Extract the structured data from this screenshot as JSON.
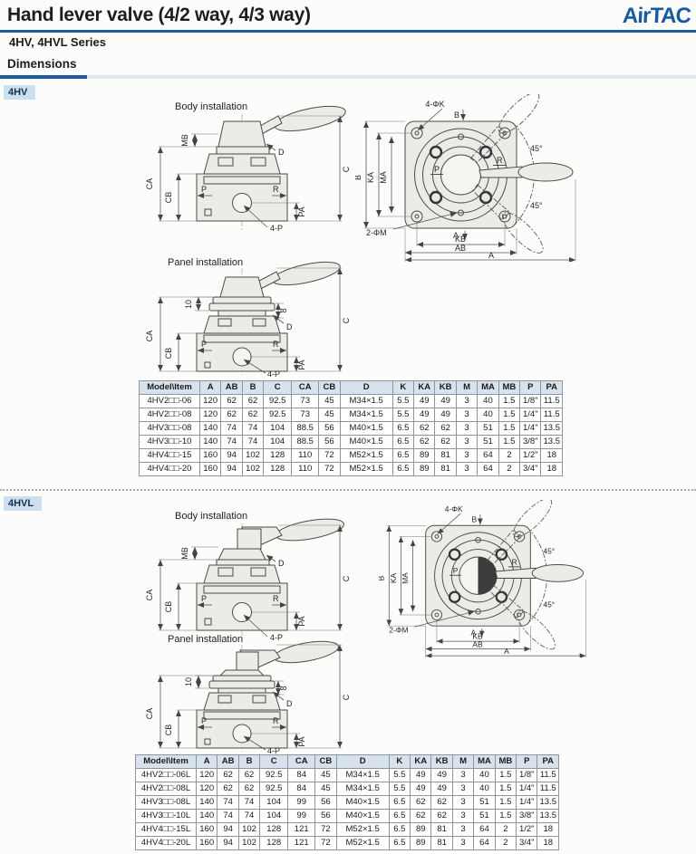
{
  "header": {
    "title": "Hand lever valve (4/2 way, 4/3 way)",
    "series": "4HV, 4HVL Series",
    "logo": "AirTAC",
    "accent_color": "#1b5ca5"
  },
  "dimensions_heading": "Dimensions",
  "sections": [
    {
      "tag": "4HV",
      "body": {
        "title": "Body installation",
        "labels": {
          "ca": "CA",
          "cb": "CB",
          "mb": "MB",
          "d": "D",
          "c": "C",
          "p": "P",
          "r": "R",
          "pa": "PA",
          "four_p": "4-P"
        }
      },
      "panel": {
        "title": "Panel installation",
        "labels": {
          "n10": "10",
          "n8": "8",
          "d": "D",
          "ca": "CA",
          "cb": "CB",
          "c": "C",
          "p": "P",
          "r": "R",
          "pa": "PA",
          "four_p": "4-P"
        }
      },
      "front": {
        "labels": {
          "four_k": "4-ΦK",
          "port_b": "B",
          "deg_top": "45°",
          "deg_bottom": "45°",
          "r": "R",
          "p": "P",
          "b": "B",
          "ka": "KA",
          "ma": "MA",
          "two_m": "2-ΦM",
          "port_a": "A",
          "kb": "KB",
          "ab": "AB",
          "a": "A"
        }
      },
      "table": {
        "headers": [
          "Model\\Item",
          "A",
          "AB",
          "B",
          "C",
          "CA",
          "CB",
          "D",
          "K",
          "KA",
          "KB",
          "M",
          "MA",
          "MB",
          "P",
          "PA"
        ],
        "rows": [
          [
            "4HV2□□-06",
            "120",
            "62",
            "62",
            "92.5",
            "73",
            "45",
            "M34×1.5",
            "5.5",
            "49",
            "49",
            "3",
            "40",
            "1.5",
            "1/8\"",
            "11.5"
          ],
          [
            "4HV2□□-08",
            "120",
            "62",
            "62",
            "92.5",
            "73",
            "45",
            "M34×1.5",
            "5.5",
            "49",
            "49",
            "3",
            "40",
            "1.5",
            "1/4\"",
            "11.5"
          ],
          [
            "4HV3□□-08",
            "140",
            "74",
            "74",
            "104",
            "88.5",
            "56",
            "M40×1.5",
            "6.5",
            "62",
            "62",
            "3",
            "51",
            "1.5",
            "1/4\"",
            "13.5"
          ],
          [
            "4HV3□□-10",
            "140",
            "74",
            "74",
            "104",
            "88.5",
            "56",
            "M40×1.5",
            "6.5",
            "62",
            "62",
            "3",
            "51",
            "1.5",
            "3/8\"",
            "13.5"
          ],
          [
            "4HV4□□-15",
            "160",
            "94",
            "102",
            "128",
            "110",
            "72",
            "M52×1.5",
            "6.5",
            "89",
            "81",
            "3",
            "64",
            "2",
            "1/2\"",
            "18"
          ],
          [
            "4HV4□□-20",
            "160",
            "94",
            "102",
            "128",
            "110",
            "72",
            "M52×1.5",
            "6.5",
            "89",
            "81",
            "3",
            "64",
            "2",
            "3/4\"",
            "18"
          ]
        ]
      }
    },
    {
      "tag": "4HVL",
      "body": {
        "title": "Body installation",
        "labels": {
          "ca": "CA",
          "cb": "CB",
          "mb": "MB",
          "d": "D",
          "c": "C",
          "p": "P",
          "r": "R",
          "pa": "PA",
          "four_p": "4-P"
        }
      },
      "panel": {
        "title": "Panel installation",
        "labels": {
          "n10": "10",
          "n8": "8",
          "d": "D",
          "ca": "CA",
          "cb": "CB",
          "c": "C",
          "p": "P",
          "r": "R",
          "pa": "PA",
          "four_p": "4-P"
        }
      },
      "front": {
        "labels": {
          "four_k": "4-ΦK",
          "port_b": "B",
          "deg_top": "45°",
          "deg_bottom": "45°",
          "r": "R",
          "p": "P",
          "b": "B",
          "ka": "KA",
          "ma": "MA",
          "two_m": "2-ΦM",
          "port_a": "A",
          "kb": "KB",
          "ab": "AB",
          "a": "A"
        }
      },
      "table": {
        "headers": [
          "Model\\Item",
          "A",
          "AB",
          "B",
          "C",
          "CA",
          "CB",
          "D",
          "K",
          "KA",
          "KB",
          "M",
          "MA",
          "MB",
          "P",
          "PA"
        ],
        "rows": [
          [
            "4HV2□□-06L",
            "120",
            "62",
            "62",
            "92.5",
            "84",
            "45",
            "M34×1.5",
            "5.5",
            "49",
            "49",
            "3",
            "40",
            "1.5",
            "1/8\"",
            "11.5"
          ],
          [
            "4HV2□□-08L",
            "120",
            "62",
            "62",
            "92.5",
            "84",
            "45",
            "M34×1.5",
            "5.5",
            "49",
            "49",
            "3",
            "40",
            "1.5",
            "1/4\"",
            "11.5"
          ],
          [
            "4HV3□□-08L",
            "140",
            "74",
            "74",
            "104",
            "99",
            "56",
            "M40×1.5",
            "6.5",
            "62",
            "62",
            "3",
            "51",
            "1.5",
            "1/4\"",
            "13.5"
          ],
          [
            "4HV3□□-10L",
            "140",
            "74",
            "74",
            "104",
            "99",
            "56",
            "M40×1.5",
            "6.5",
            "62",
            "62",
            "3",
            "51",
            "1.5",
            "3/8\"",
            "13.5"
          ],
          [
            "4HV4□□-15L",
            "160",
            "94",
            "102",
            "128",
            "121",
            "72",
            "M52×1.5",
            "6.5",
            "89",
            "81",
            "3",
            "64",
            "2",
            "1/2\"",
            "18"
          ],
          [
            "4HV4□□-20L",
            "160",
            "94",
            "102",
            "128",
            "121",
            "72",
            "M52×1.5",
            "6.5",
            "89",
            "81",
            "3",
            "64",
            "2",
            "3/4\"",
            "18"
          ]
        ]
      }
    }
  ]
}
